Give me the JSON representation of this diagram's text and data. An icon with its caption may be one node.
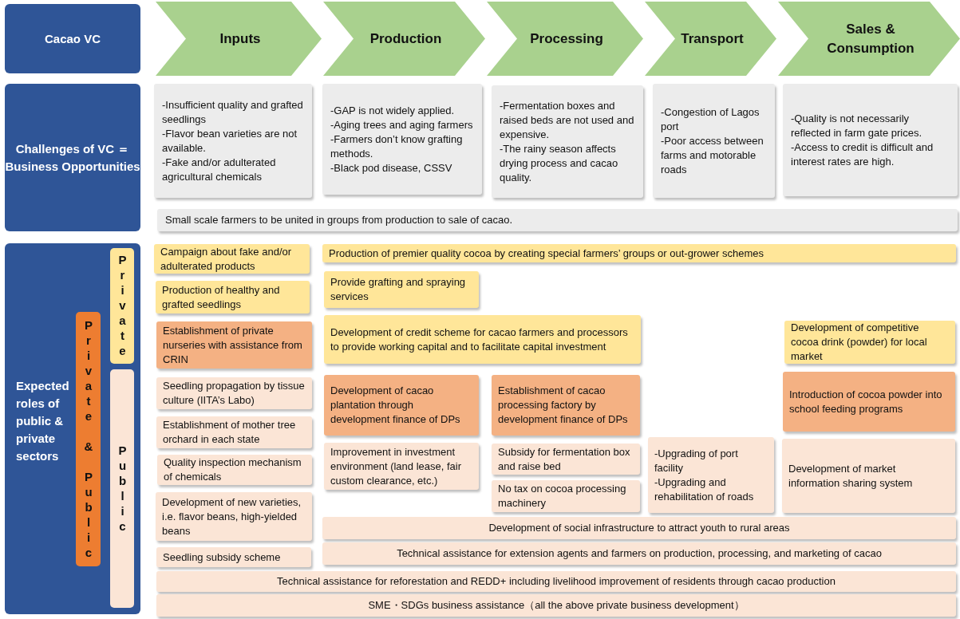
{
  "diagram": {
    "nodes": [
      {
        "text": [
          "Cacao VC"
        ]
      },
      {
        "text": [
          "Inputs"
        ]
      },
      {
        "text": [
          "Production"
        ]
      },
      {
        "text": [
          "Processing"
        ]
      },
      {
        "text": [
          "Transport"
        ]
      },
      {
        "text": [
          "Sales & Consumption"
        ]
      },
      {
        "text": [
          "Challenges of VC ＝Business Opportunities"
        ]
      },
      {
        "text": [
          "-Insufficient quality and grafted seedlings",
          "-Flavor bean varieties are not available.",
          "-Fake and/or adulterated agricultural chemicals"
        ]
      },
      {
        "text": [
          "-GAP is not widely applied.",
          "-Aging trees and aging farmers",
          "-Farmers don’t know grafting methods.",
          "-Black pod disease, CSSV"
        ]
      },
      {
        "text": [
          "-Fermentation boxes and raised beds are not used and expensive.",
          "-The rainy season affects drying process and cacao quality."
        ]
      },
      {
        "text": [
          "-Congestion of Lagos port",
          "-Poor access between farms and motorable roads"
        ]
      },
      {
        "text": [
          "-Quality is not necessarily reflected in farm gate prices.",
          "-Access to credit is difficult and interest rates are high."
        ]
      },
      {
        "text": [
          "Small scale farmers to be united in groups from production to sale of cacao."
        ]
      },
      {
        "text": [
          "Expected roles of public & private sectors"
        ]
      },
      {
        "text": [
          "Private & Public"
        ],
        "in": 13
      },
      {
        "text": [
          "Private"
        ],
        "in": 13
      },
      {
        "text": [
          "Public"
        ],
        "in": 13
      },
      {
        "text": [
          "Campaign about fake and/or adulterated products"
        ]
      },
      {
        "text": [
          "Production of premier quality cocoa by creating special farmers’ groups or out-grower schemes"
        ]
      },
      {
        "text": [
          "Production of healthy and grafted seedlings"
        ]
      },
      {
        "text": [
          "Provide grafting and spraying services"
        ]
      },
      {
        "text": [
          "Establishment of private nurseries with assistance from CRIN"
        ]
      },
      {
        "text": [
          "Development of credit scheme for cacao farmers and processors to provide working capital and to facilitate capital investment"
        ]
      },
      {
        "text": [
          "Development of competitive cocoa drink (powder) for local market"
        ]
      },
      {
        "text": [
          "Seedling propagation by tissue culture (IITA’s Labo)"
        ]
      },
      {
        "text": [
          "Development of cacao plantation through development finance of DPs"
        ]
      },
      {
        "text": [
          "Establishment of cacao processing factory by development finance of DPs"
        ]
      },
      {
        "text": [
          "Introduction of cocoa powder into school feeding programs"
        ]
      },
      {
        "text": [
          "Establishment of mother tree orchard in each state"
        ]
      },
      {
        "text": [
          "Quality inspection mechanism of chemicals"
        ]
      },
      {
        "text": [
          "Improvement in investment environment (land lease, fair custom clearance, etc.)"
        ]
      },
      {
        "text": [
          "Subsidy for fermentation box and raise bed"
        ]
      },
      {
        "text": [
          "-Upgrading of port facility",
          "-Upgrading and rehabilitation of roads"
        ]
      },
      {
        "text": [
          "Development of market information sharing system"
        ]
      },
      {
        "text": [
          "No tax on cocoa processing machinery"
        ]
      },
      {
        "text": [
          "Development of new varieties, i.e. flavor beans, high-yielded beans"
        ]
      },
      {
        "text": [
          "Development of social infrastructure to attract youth to rural areas"
        ]
      },
      {
        "text": [
          "Seedling subsidy scheme"
        ]
      },
      {
        "text": [
          "Technical assistance for extension agents and farmers on production, processing, and marketing of cacao"
        ]
      },
      {
        "text": [
          "Technical assistance for reforestation and REDD+ including livelihood improvement of residents through cacao production"
        ]
      },
      {
        "text": [
          "SME・SDGs business assistance（all the above private business development）"
        ]
      }
    ]
  }
}
